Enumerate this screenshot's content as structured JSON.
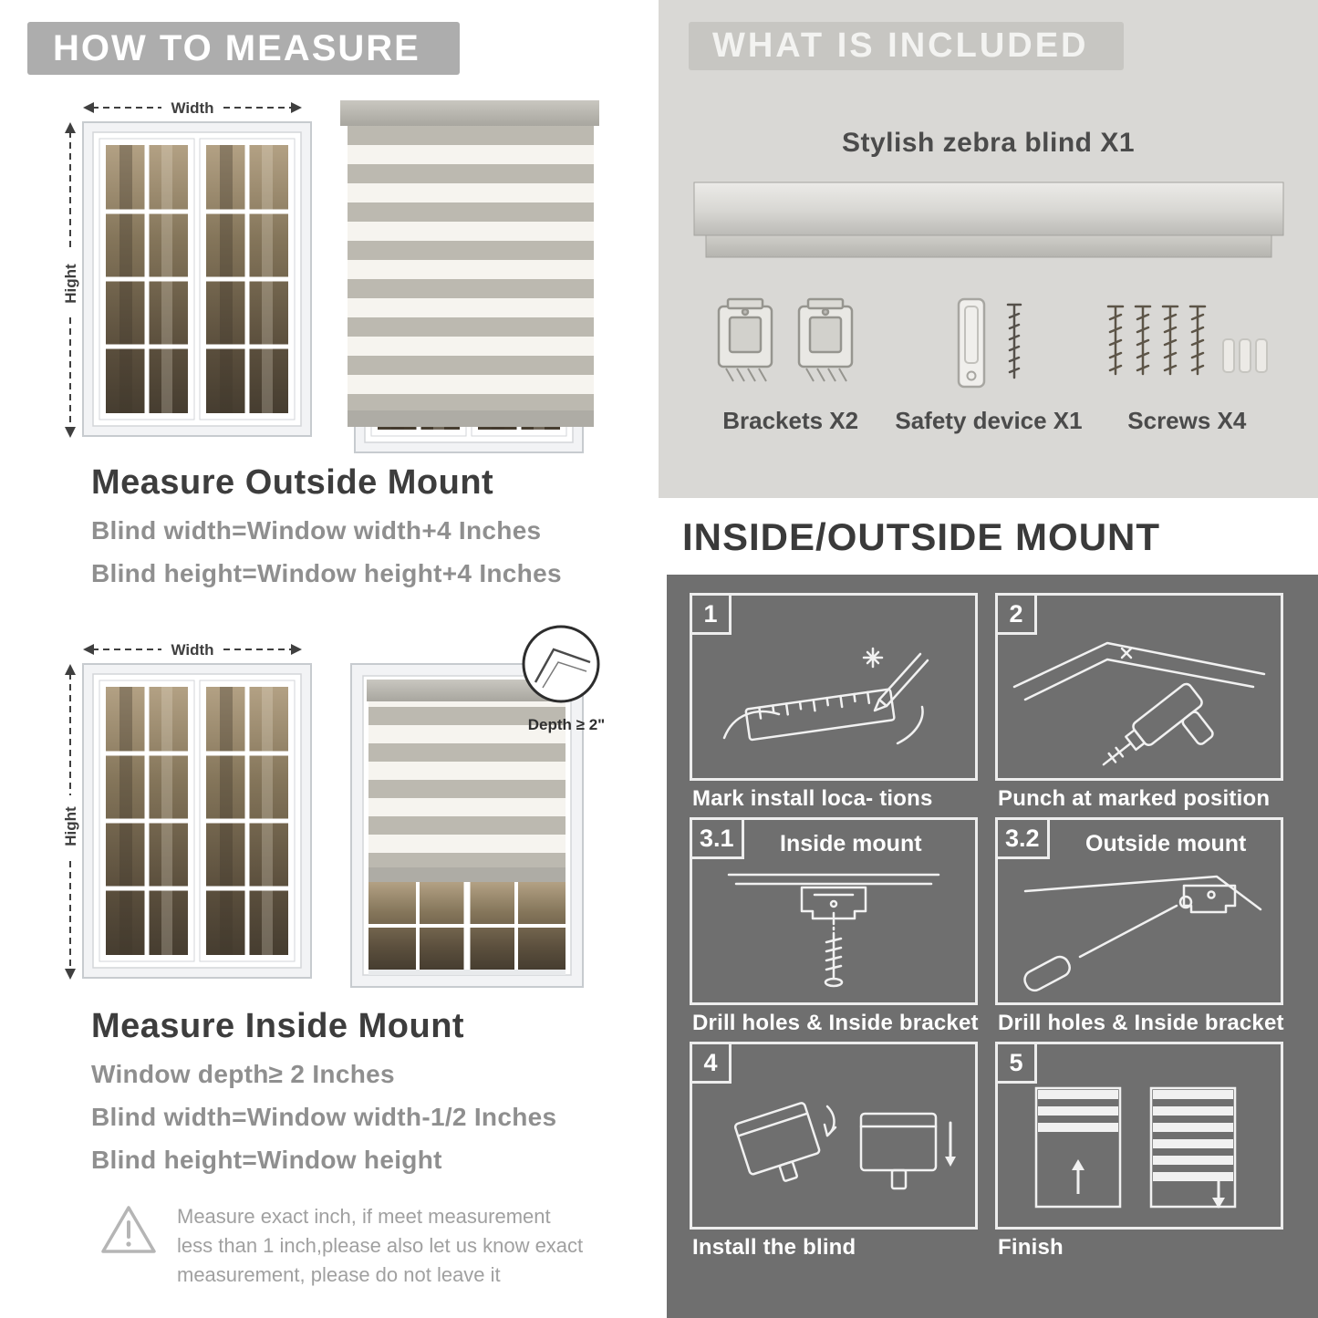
{
  "colors": {
    "banner_gray": "#adadad",
    "included_panel_gray": "#d9d8d5",
    "mount_panel_gray": "#6f6f6f",
    "heading_dark": "#3d3d3d",
    "body_gray": "#8f8f8f"
  },
  "left": {
    "header": "HOW TO MEASURE",
    "outside": {
      "width_label": "Width",
      "height_label": "Hight",
      "title": "Measure Outside Mount",
      "lines": [
        "Blind width=Window width+4 Inches",
        "Blind height=Window height+4 Inches"
      ]
    },
    "inside": {
      "width_label": "Width",
      "height_label": "Hight",
      "depth_label": "Depth ≥ 2\"",
      "title": "Measure Inside Mount",
      "lines": [
        "Window depth≥ 2 Inches",
        "Blind width=Window width-1/2 Inches",
        "Blind height=Window height"
      ]
    },
    "warning_text": "Measure exact inch, if meet measurement less than 1 inch,please also let us know exact measurement, please do not leave it"
  },
  "right": {
    "included": {
      "header": "WHAT IS INCLUDED",
      "product_label": "Stylish zebra blind X1",
      "items": [
        {
          "name": "brackets",
          "label": "Brackets X2"
        },
        {
          "name": "safety-device",
          "label": "Safety device X1"
        },
        {
          "name": "screws",
          "label": "Screws X4"
        }
      ]
    },
    "mount": {
      "header": "INSIDE/OUTSIDE MOUNT",
      "steps": [
        {
          "num": "1",
          "title": "",
          "caption": "Mark install loca- tions"
        },
        {
          "num": "2",
          "title": "",
          "caption": "Punch at  marked position"
        },
        {
          "num": "3.1",
          "title": "Inside mount",
          "caption": "Drill holes &  Inside bracket"
        },
        {
          "num": "3.2",
          "title": "Outside mount",
          "caption": "Drill holes &  Inside bracket"
        },
        {
          "num": "4",
          "title": "",
          "caption": "Install the blind"
        },
        {
          "num": "5",
          "title": "",
          "caption": "Finish"
        }
      ]
    }
  }
}
